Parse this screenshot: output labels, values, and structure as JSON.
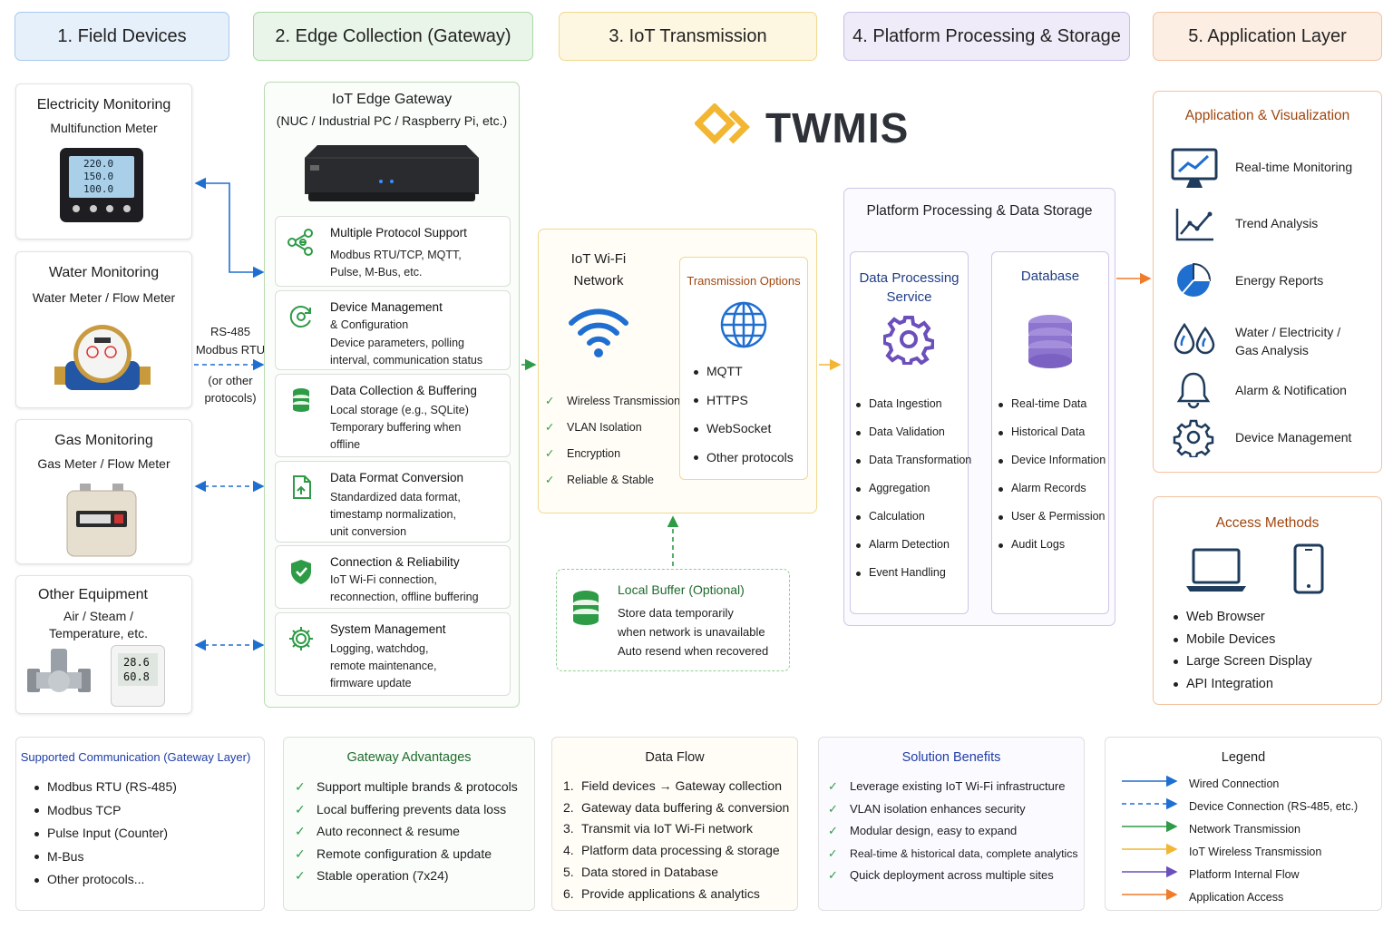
{
  "headers": {
    "h1": "1. Field Devices",
    "h2": "2. Edge Collection (Gateway)",
    "h3": "3. IoT Transmission",
    "h4": "4. Platform Processing & Storage",
    "h5": "5. Application Layer"
  },
  "brand": {
    "name": "TWMIS",
    "color": "#f2b632"
  },
  "devices": {
    "electricity": {
      "title": "Electricity Monitoring",
      "sub": "Multifunction Meter",
      "readings": [
        "220.0",
        "150.0",
        "100.0"
      ]
    },
    "water": {
      "title": "Water Monitoring",
      "sub": "Water Meter / Flow Meter"
    },
    "gas": {
      "title": "Gas Monitoring",
      "sub": "Gas Meter / Flow Meter"
    },
    "other": {
      "title": "Other Equipment",
      "sub1": "Air / Steam /",
      "sub2": "Temperature, etc.",
      "readings": [
        "28.6",
        "60.8"
      ]
    }
  },
  "link_label": {
    "l1": "RS-485",
    "l2": "Modbus RTU",
    "l3": "(or other",
    "l4": "protocols)"
  },
  "gateway": {
    "title": "IoT Edge Gateway",
    "subtitle": "(NUC / Industrial PC / Raspberry Pi, etc.)",
    "features": [
      {
        "title": "Multiple Protocol Support",
        "d1": "Modbus RTU/TCP, MQTT,",
        "d2": "Pulse, M-Bus, etc."
      },
      {
        "title": "Device Management",
        "t2": "& Configuration",
        "d1": "Device parameters, polling",
        "d2": "interval, communication status"
      },
      {
        "title": "Data Collection & Buffering",
        "d1": "Local storage (e.g., SQLite)",
        "d2": "Temporary buffering when",
        "d3": "offline"
      },
      {
        "title": "Data Format Conversion",
        "d1": "Standardized data format,",
        "d2": "timestamp normalization,",
        "d3": "unit conversion"
      },
      {
        "title": "Connection & Reliability",
        "d1": "IoT Wi-Fi connection,",
        "d2": "reconnection, offline buffering"
      },
      {
        "title": "System Management",
        "d1": "Logging, watchdog,",
        "d2": "remote maintenance,",
        "d3": "firmware update"
      }
    ]
  },
  "wifi": {
    "title1": "IoT Wi-Fi",
    "title2": "Network",
    "checks": [
      "Wireless Transmission",
      "VLAN Isolation",
      "Encryption",
      "Reliable & Stable"
    ],
    "options_title": "Transmission Options",
    "options": [
      "MQTT",
      "HTTPS",
      "WebSocket",
      "Other protocols"
    ]
  },
  "local_buffer": {
    "title": "Local Buffer (Optional)",
    "l1": "Store data temporarily",
    "l2": "when network is unavailable",
    "l3": "Auto resend when recovered"
  },
  "platform": {
    "title": "Platform Processing & Data Storage",
    "dps_title1": "Data Processing",
    "dps_title2": "Service",
    "dps_items": [
      "Data Ingestion",
      "Data Validation",
      "Data Transformation",
      "Aggregation",
      "Calculation",
      "Alarm Detection",
      "Event Handling"
    ],
    "db_title": "Database",
    "db_items": [
      "Real-time Data",
      "Historical Data",
      "Device Information",
      "Alarm Records",
      "User & Permission",
      "Audit Logs"
    ]
  },
  "app": {
    "title": "Application & Visualization",
    "items": [
      {
        "label": "Real-time Monitoring",
        "icon": "monitor-chart-icon"
      },
      {
        "label": "Trend Analysis",
        "icon": "trend-icon"
      },
      {
        "label": "Energy Reports",
        "icon": "pie-icon"
      },
      {
        "label1": "Water / Electricity /",
        "label2": "Gas Analysis",
        "icon": "drops-icon"
      },
      {
        "label": "Alarm & Notification",
        "icon": "bell-icon"
      },
      {
        "label": "Device Management",
        "icon": "gear-icon"
      }
    ]
  },
  "access": {
    "title": "Access Methods",
    "items": [
      "Web Browser",
      "Mobile Devices",
      "Large Screen Display",
      "API Integration"
    ]
  },
  "supported": {
    "title": "Supported Communication (Gateway Layer)",
    "items": [
      "Modbus RTU (RS-485)",
      "Modbus TCP",
      "Pulse Input (Counter)",
      "M-Bus",
      "Other protocols..."
    ]
  },
  "advantages": {
    "title": "Gateway Advantages",
    "items": [
      "Support multiple brands & protocols",
      "Local buffering prevents data loss",
      "Auto reconnect & resume",
      "Remote configuration & update",
      "Stable operation (7x24)"
    ]
  },
  "dataflow": {
    "title": "Data Flow",
    "items": [
      "Field devices → Gateway collection",
      "Gateway data buffering & conversion",
      "Transmit via IoT Wi-Fi network",
      "Platform data processing & storage",
      "Data stored in Database",
      "Provide applications & analytics"
    ]
  },
  "benefits": {
    "title": "Solution Benefits",
    "items": [
      "Leverage existing IoT Wi-Fi infrastructure",
      "VLAN isolation enhances security",
      "Modular design, easy to expand",
      "Real-time & historical data, complete analytics",
      "Quick deployment across multiple sites"
    ]
  },
  "legend": {
    "title": "Legend",
    "items": [
      {
        "label": "Wired Connection",
        "color": "#1f6fd1",
        "style": "solid"
      },
      {
        "label": "Device Connection (RS-485, etc.)",
        "color": "#1f6fd1",
        "style": "dashed"
      },
      {
        "label": "Network Transmission",
        "color": "#2e9b46",
        "style": "solid"
      },
      {
        "label": "IoT Wireless Transmission",
        "color": "#f2b632",
        "style": "solid"
      },
      {
        "label": "Platform Internal Flow",
        "color": "#6b4fbb",
        "style": "solid"
      },
      {
        "label": "Application Access",
        "color": "#f07b2a",
        "style": "solid"
      }
    ]
  }
}
